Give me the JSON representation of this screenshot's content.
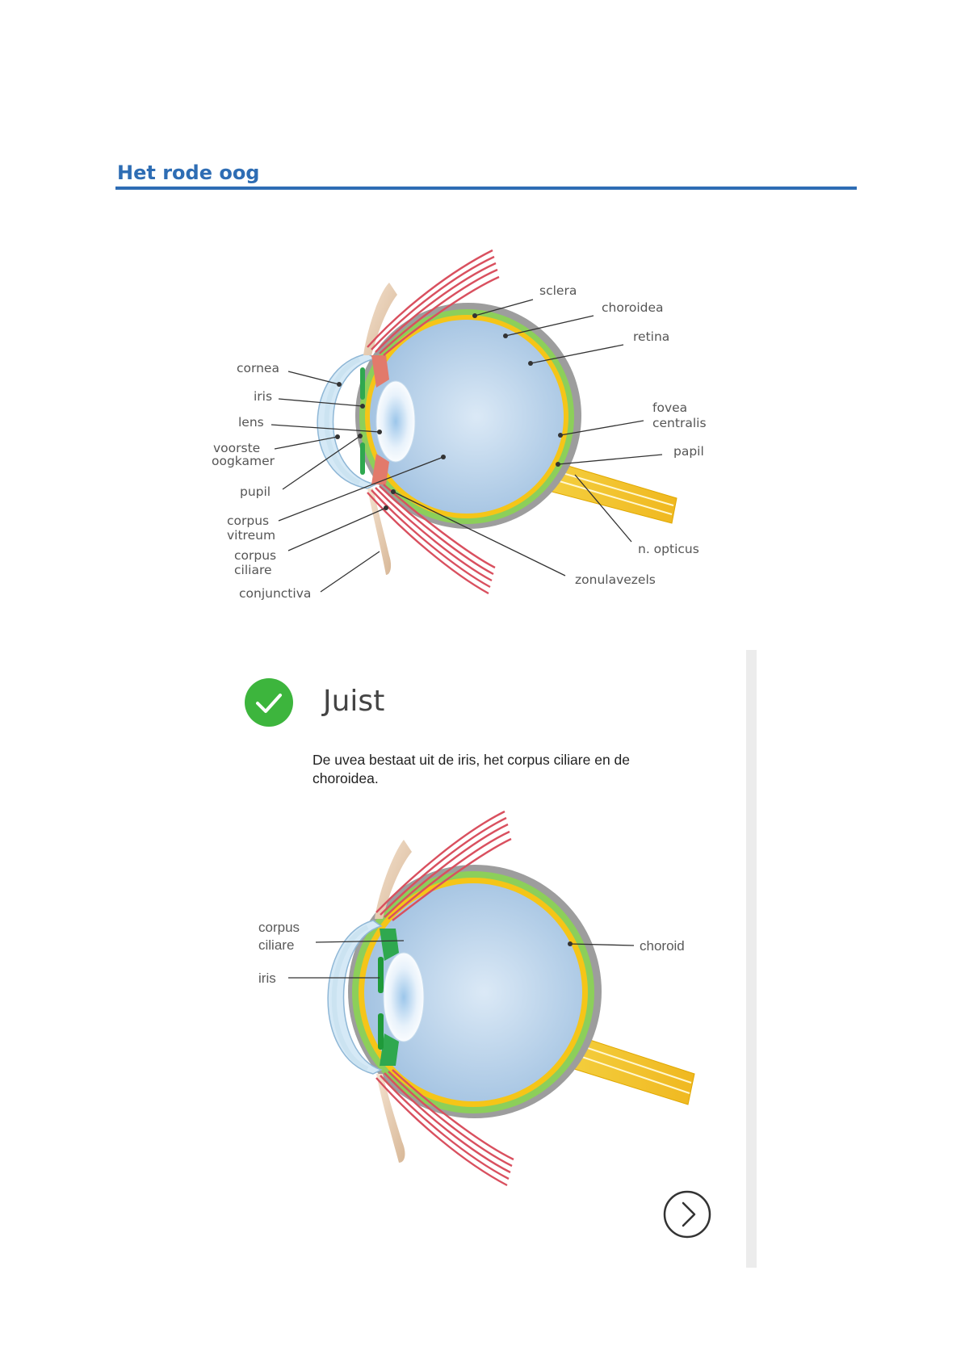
{
  "page": {
    "title": "Het rode oog"
  },
  "diagram1": {
    "labels": {
      "sclera": "sclera",
      "choroidea": "choroidea",
      "retina": "retina",
      "fovea_1": "fovea",
      "fovea_2": "centralis",
      "papil": "papil",
      "n_opticus": "n. opticus",
      "zonulavezels": "zonulavezels",
      "cornea": "cornea",
      "iris": "iris",
      "lens": "lens",
      "voorste_1": "voorste",
      "voorste_2": "oogkamer",
      "pupil": "pupil",
      "vitreum_1": "corpus",
      "vitreum_2": "vitreum",
      "ciliare_1": "corpus",
      "ciliare_2": "ciliare",
      "conjunctiva": "conjunctiva"
    }
  },
  "feedback": {
    "status_icon": "check-circle-icon",
    "status_color": "#3db53d",
    "result": "Juist",
    "explanation": "De uvea bestaat uit de  iris, het corpus ciliare en de choroidea.",
    "next_icon": "chevron-right-icon"
  },
  "diagram2": {
    "labels": {
      "ciliare_1": "corpus",
      "ciliare_2": "ciliare",
      "iris": "iris",
      "choroid": "choroid"
    }
  },
  "colors": {
    "heading": "#2e6db4",
    "sclera": "#9b9b9b",
    "choroid": "#8ccf5a",
    "retina": "#f5c518",
    "vitreous": "#a9c9e6",
    "muscle": "#d9505f",
    "optic_nerve": "#f2c232"
  }
}
